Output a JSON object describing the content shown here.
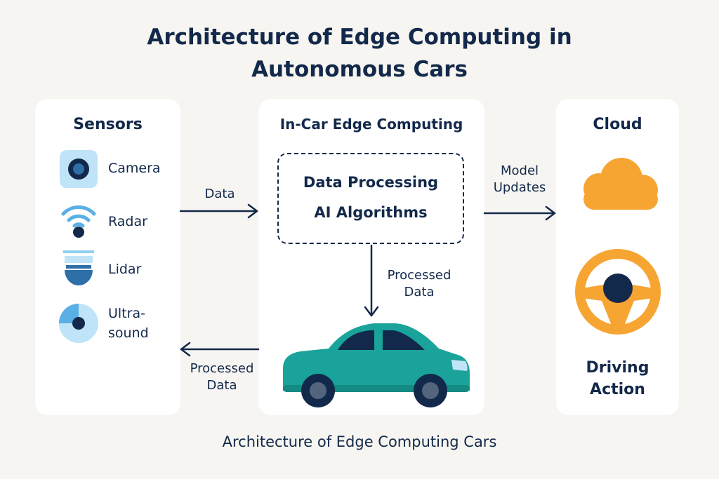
{
  "title_line1": "Architecture of Edge Computing in",
  "title_line2": "Autonomous Cars",
  "sensors": {
    "title": "Sensors",
    "items": [
      {
        "label": "Camera",
        "icon": "camera-icon"
      },
      {
        "label": "Radar",
        "icon": "radar-icon"
      },
      {
        "label": "Lidar",
        "icon": "lidar-icon"
      },
      {
        "label_line1": "Ultra-",
        "label_line2": "sound",
        "icon": "ultrasound-icon"
      }
    ]
  },
  "edge": {
    "title": "In-Car Edge Computing",
    "process_line1": "Data Processing",
    "process_line2": "AI Algorithms",
    "arrow_label_line1": "Processed",
    "arrow_label_line2": "Data",
    "car_icon": "car-icon"
  },
  "cloud": {
    "title": "Cloud",
    "cloud_icon": "cloud-icon",
    "wheel_icon": "steering-wheel-icon",
    "action_line1": "Driving",
    "action_line2": "Action"
  },
  "flows": {
    "data_label": "Data",
    "model_line1": "Model",
    "model_line2": "Updates",
    "return_line1": "Processed",
    "return_line2": "Data"
  },
  "caption": "Architecture of Edge Computing Cars",
  "colors": {
    "navy": "#13294b",
    "light_blue": "#bfe3f7",
    "mid_blue": "#2f6fa8",
    "teal": "#1aa39a",
    "orange": "#f6a533",
    "background": "#f7f5f1"
  }
}
